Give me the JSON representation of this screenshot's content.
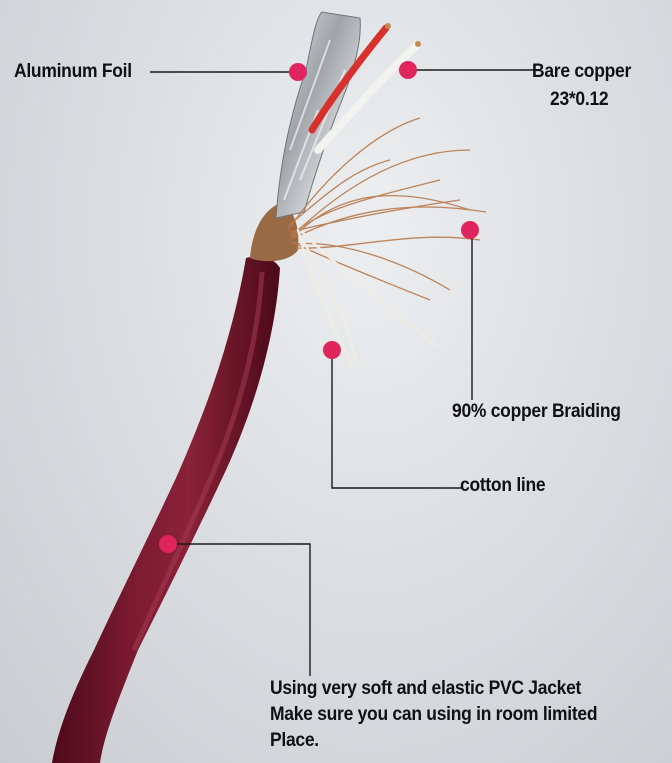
{
  "labels": {
    "aluminum_foil": "Aluminum Foil",
    "bare_copper": "Bare copper",
    "bare_copper_spec": "23*0.12",
    "copper_braiding": "90% copper Braiding",
    "cotton_line": "cotton line",
    "jacket_line1": "Using very soft and elastic PVC Jacket",
    "jacket_line2": "Make sure you can using in room limited",
    "jacket_line3": "Place."
  },
  "colors": {
    "jacket": "#6e1429",
    "marker": "#e0245e",
    "copper": "#b8784a",
    "foil": "#b9bcbf",
    "red_wire": "#d8312d",
    "white_wire": "#f2f2ee",
    "leader_line": "#1a1a1a"
  }
}
